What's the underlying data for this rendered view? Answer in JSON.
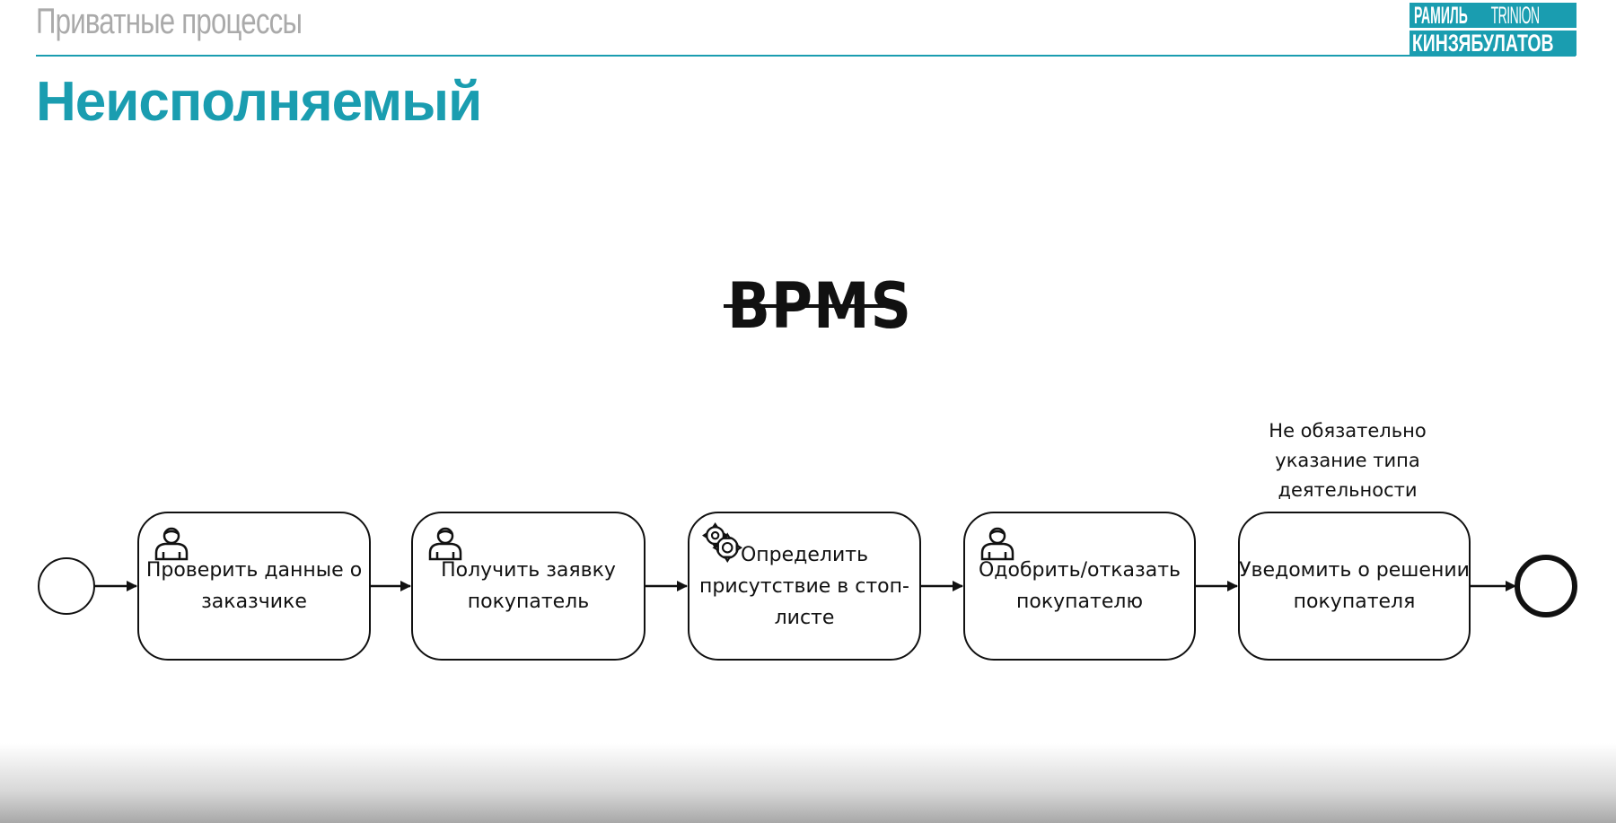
{
  "header": {
    "section_title": "Приватные процессы",
    "logo": {
      "line1_a": "РАМИЛЬ",
      "line1_b": "TRINION",
      "line2": "КИНЗЯБУЛАТОВ"
    }
  },
  "page": {
    "heading": "Неисполняемый",
    "strike_word": "BPMS"
  },
  "annotation": {
    "lines": [
      "Не обязательно",
      "указание типа",
      "деятельности"
    ]
  },
  "process": {
    "tasks": [
      {
        "type": "user",
        "icon": "user-icon",
        "lines": [
          "Проверить данные о",
          "заказчике"
        ]
      },
      {
        "type": "user",
        "icon": "user-icon",
        "lines": [
          "Получить заявку",
          "покупатель"
        ]
      },
      {
        "type": "service",
        "icon": "gears-icon",
        "lines": [
          "Определить",
          "присутствие в стоп-",
          "листе"
        ]
      },
      {
        "type": "user",
        "icon": "user-icon",
        "lines": [
          "Одобрить/отказать",
          "покупателю"
        ]
      },
      {
        "type": "none",
        "icon": "",
        "lines": [
          "Уведомить о решении",
          "покупателя"
        ]
      }
    ]
  },
  "colors": {
    "accent": "#1a9db0",
    "header_gray": "#aaaaaa",
    "stroke": "#111111"
  }
}
